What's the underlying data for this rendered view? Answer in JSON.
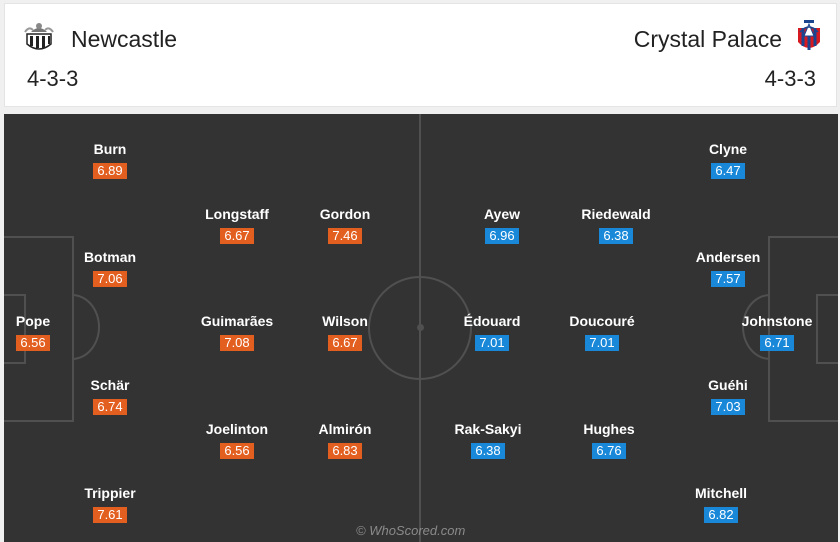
{
  "home": {
    "name": "Newcastle",
    "formation": "4-3-3",
    "crest_icon": "newcastle-crest-icon",
    "color": "#e25f20",
    "players": [
      {
        "name": "Burn",
        "rating": "6.89"
      },
      {
        "name": "Longstaff",
        "rating": "6.67"
      },
      {
        "name": "Gordon",
        "rating": "7.46"
      },
      {
        "name": "Botman",
        "rating": "7.06"
      },
      {
        "name": "Pope",
        "rating": "6.56"
      },
      {
        "name": "Guimarães",
        "rating": "7.08"
      },
      {
        "name": "Wilson",
        "rating": "6.67"
      },
      {
        "name": "Schär",
        "rating": "6.74"
      },
      {
        "name": "Joelinton",
        "rating": "6.56"
      },
      {
        "name": "Almirón",
        "rating": "6.83"
      },
      {
        "name": "Trippier",
        "rating": "7.61"
      }
    ]
  },
  "away": {
    "name": "Crystal Palace",
    "formation": "4-3-3",
    "crest_icon": "crystal-palace-crest-icon",
    "color": "#1a88d8",
    "players": [
      {
        "name": "Clyne",
        "rating": "6.47"
      },
      {
        "name": "Ayew",
        "rating": "6.96"
      },
      {
        "name": "Riedewald",
        "rating": "6.38"
      },
      {
        "name": "Andersen",
        "rating": "7.57"
      },
      {
        "name": "Édouard",
        "rating": "7.01"
      },
      {
        "name": "Doucouré",
        "rating": "7.01"
      },
      {
        "name": "Johnstone",
        "rating": "6.71"
      },
      {
        "name": "Guéhi",
        "rating": "7.03"
      },
      {
        "name": "Rak-Sakyi",
        "rating": "6.38"
      },
      {
        "name": "Hughes",
        "rating": "6.76"
      },
      {
        "name": "Mitchell",
        "rating": "6.82"
      }
    ]
  },
  "watermark": "© WhoScored.com"
}
